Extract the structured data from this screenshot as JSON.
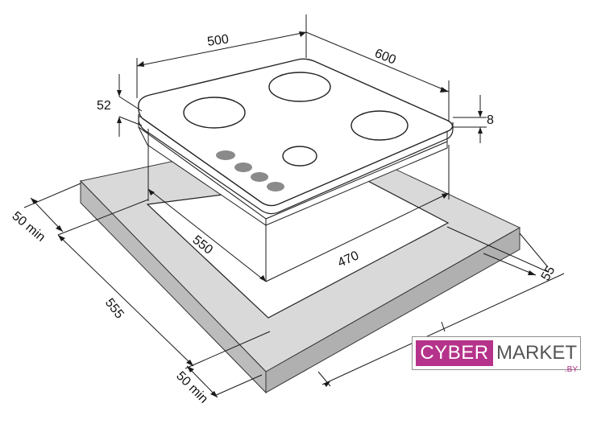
{
  "dimensions": {
    "width_500": "500",
    "depth_600": "600",
    "height_52": "52",
    "thickness_8": "8",
    "cutout_550": "550",
    "cutout_470": "470",
    "margin_55": "55",
    "depth_555": "555",
    "clearance_back": "50 min",
    "clearance_front": "50 min"
  },
  "logo": {
    "left": "CYBER",
    "right": "MARKET",
    "sub": ".BY",
    "accent_color": "#b5338a"
  }
}
